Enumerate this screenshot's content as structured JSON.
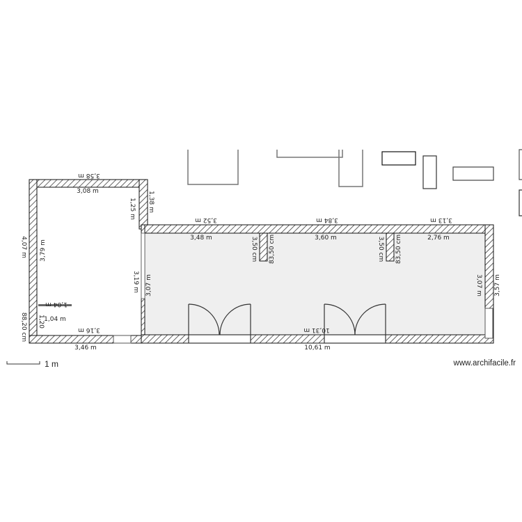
{
  "plan": {
    "colors": {
      "wall_outline": "#111111",
      "hatch": "#222222",
      "room_fill": "#efefef",
      "furniture": "#777777"
    },
    "left_room": {
      "outer_top": "3,58 m",
      "inner_top": "3,08 m",
      "inner_right_upper": "1,25 m",
      "outer_right_upper": "1,38 m",
      "outer_left": "4,07 m",
      "inner_left": "3,79 m",
      "inner_right": "3,19 m",
      "inner_bottom": "3,16 m",
      "outer_bottom": "3,46 m",
      "small_wall_outer": "1,04 m",
      "small_wall_inner": "1,04 m",
      "small_wall_gap": "1,20",
      "left_lower": "88,20 cm"
    },
    "right_room": {
      "outer_top_1": "3,52 m",
      "inner_top_1": "3,48 m",
      "outer_top_2": "3,84 m",
      "inner_top_2": "3,60 m",
      "outer_top_3": "3,13 m",
      "inner_top_3": "2,76 m",
      "stub1_left": "3,50 cm",
      "stub1_right": "83,50 cm",
      "stub2_left": "3,50 cm",
      "stub2_right": "83,50 cm",
      "inner_left": "3,07 m",
      "inner_right": "3,07 m",
      "outer_right": "3,57 m",
      "inner_bottom": "10,31 m",
      "outer_bottom": "10,61 m"
    },
    "scale_label": "1 m",
    "watermark": "www.archifacile.fr"
  }
}
